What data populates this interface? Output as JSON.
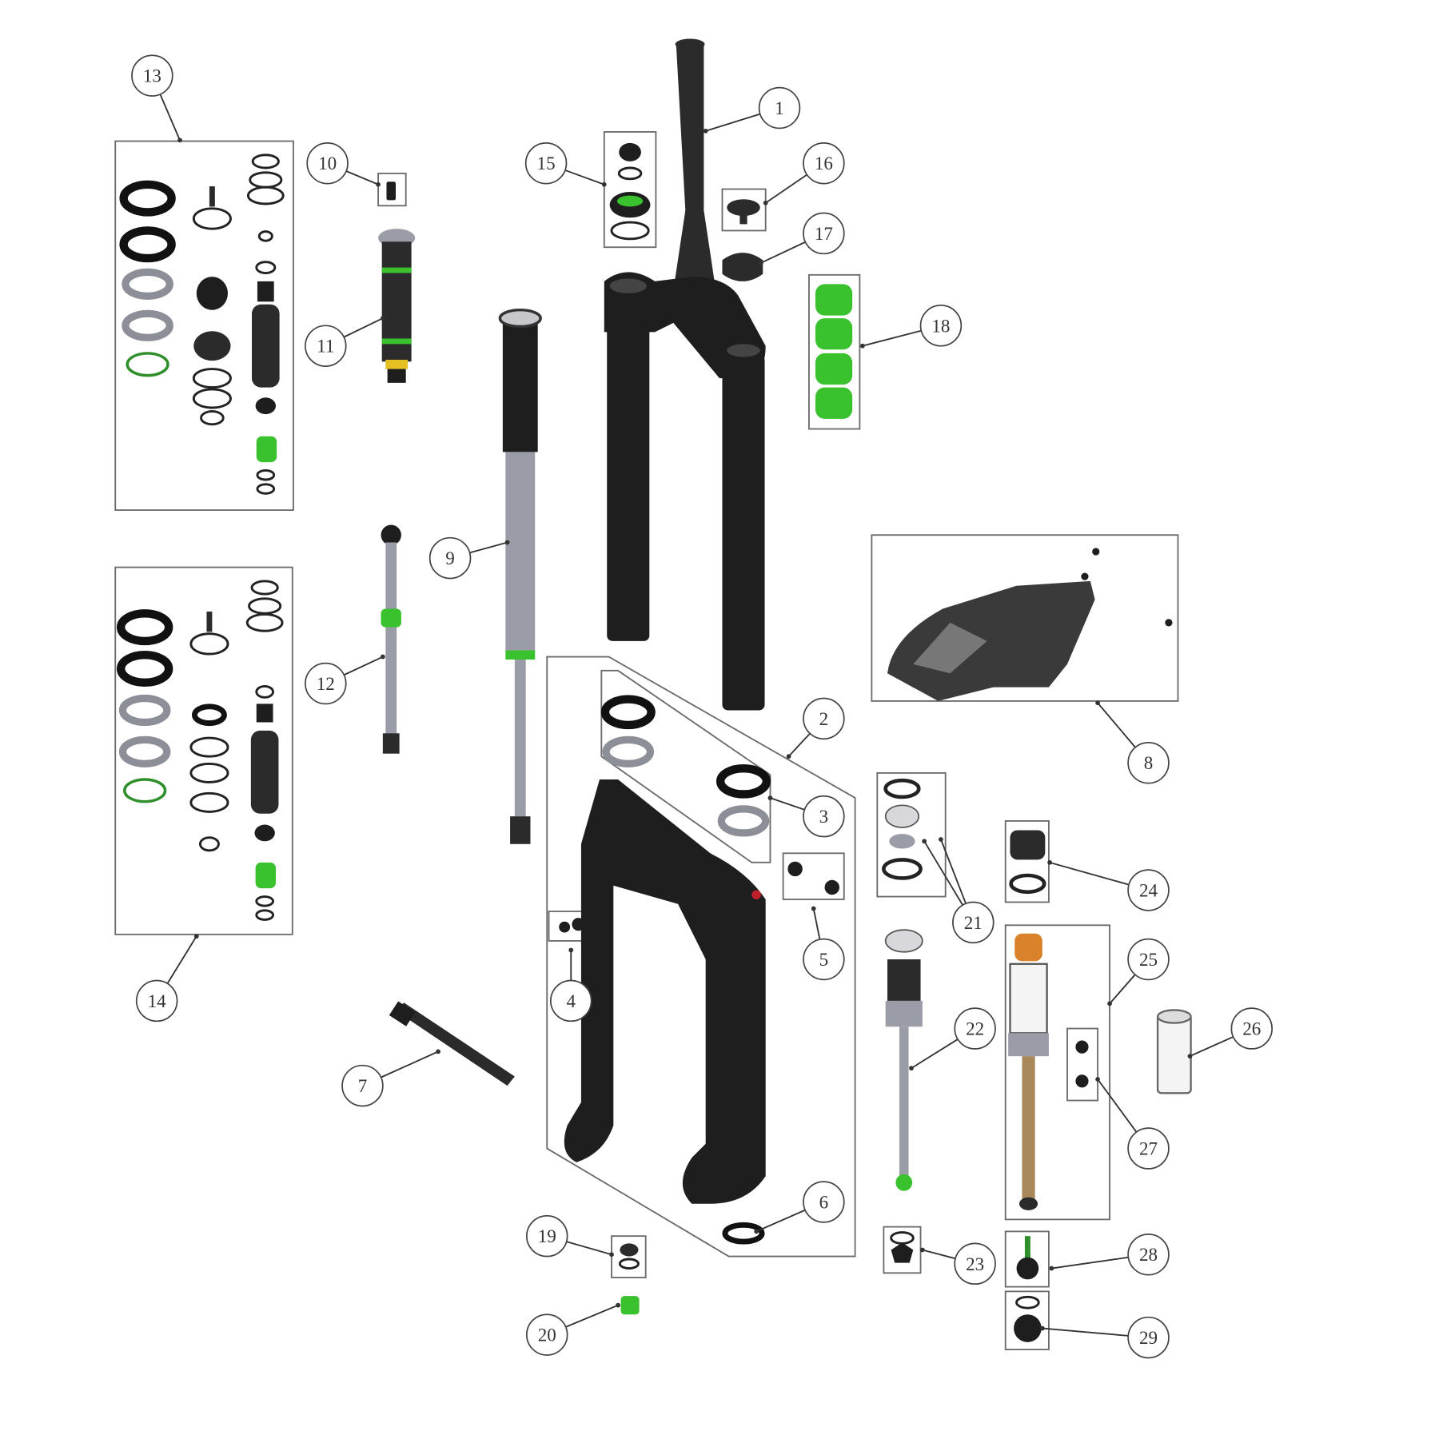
{
  "diagram": {
    "type": "exploded-parts-diagram",
    "callouts": [
      "1",
      "2",
      "3",
      "4",
      "5",
      "6",
      "7",
      "8",
      "9",
      "10",
      "11",
      "12",
      "13",
      "14",
      "15",
      "16",
      "17",
      "18",
      "19",
      "20",
      "21",
      "22",
      "23",
      "24",
      "25",
      "26",
      "27",
      "28",
      "29"
    ],
    "colors": {
      "part_black": "#1e1e1e",
      "part_grey": "#9a9ca8",
      "accent_green": "#39c12e",
      "accent_orange": "#d9822b",
      "accent_yellow": "#e6c020",
      "stanchion_bronze": "#a8875a",
      "outline": "#6b6b6b"
    }
  }
}
